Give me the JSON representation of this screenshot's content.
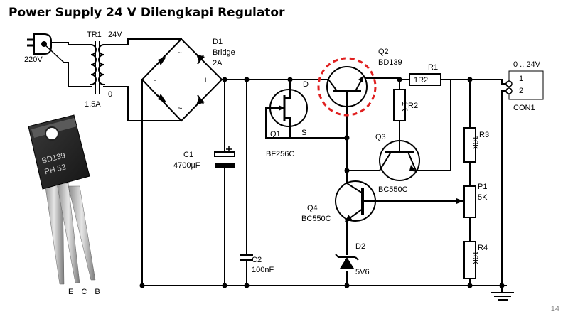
{
  "slide": {
    "title": "Power Supply 24 V Dilengkapi Regulator",
    "page_number": "14"
  },
  "components": {
    "mains": "220V",
    "tr1_label": "TR1",
    "tr1_voltage": "24V",
    "tr1_current": "1,5A",
    "tr1_zero": "0",
    "d1_name": "D1",
    "d1_type": "Bridge",
    "d1_rating": "2A",
    "bridge_minus": "-",
    "bridge_plus": "+",
    "bridge_ac1": "~",
    "bridge_ac2": "~",
    "c1_name": "C1",
    "c1_value": "4700µF",
    "c2_name": "C2",
    "c2_value": "100nF",
    "q1_name": "Q1",
    "q1_type": "BF256C",
    "q1_d": "D",
    "q1_s": "S",
    "q2_name": "Q2",
    "q2_type": "BD139",
    "r1_name": "R1",
    "r1_value": "1R2",
    "r2_name": "R2",
    "r2_value": "1K",
    "q3_name": "Q3",
    "q3_type": "BC550C",
    "q4_name": "Q4",
    "q4_type": "BC550C",
    "d2_name": "D2",
    "d2_value": "5V6",
    "r3_name": "R3",
    "r3_value": "10K",
    "p1_name": "P1",
    "p1_value": "5K",
    "r4_name": "R4",
    "r4_value": "10K",
    "con1_name": "CON1",
    "con1_range": "0 .. 24V",
    "con1_pin1": "1",
    "con1_pin2": "2"
  },
  "transistor_photo": {
    "marking_line1": "BD139",
    "marking_line2": "PH 52",
    "pin_labels": "E C B"
  },
  "colors": {
    "highlight": "#e02020",
    "wire": "#000000",
    "page_number": "#8a8a8a"
  }
}
